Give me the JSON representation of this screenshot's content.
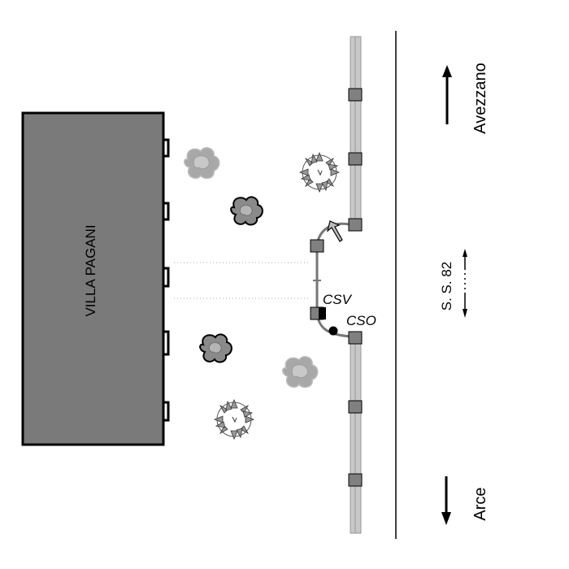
{
  "building": {
    "name": "VILLA  PAGANI"
  },
  "labels": {
    "csv": "CSV",
    "cso": "CSO",
    "road": "S. S. 82",
    "north": "Avezzano",
    "south": "Arce"
  },
  "colors": {
    "building_fill": "#7a7a7a",
    "rail": "#c8c8c8",
    "post": "#808080",
    "tree_dark": "#555555",
    "tree_light": "#b0b0b0"
  },
  "icons": [
    "arrow-up-icon",
    "arrow-down-icon",
    "double-arrow-icon",
    "tree-icon",
    "bush-icon"
  ]
}
